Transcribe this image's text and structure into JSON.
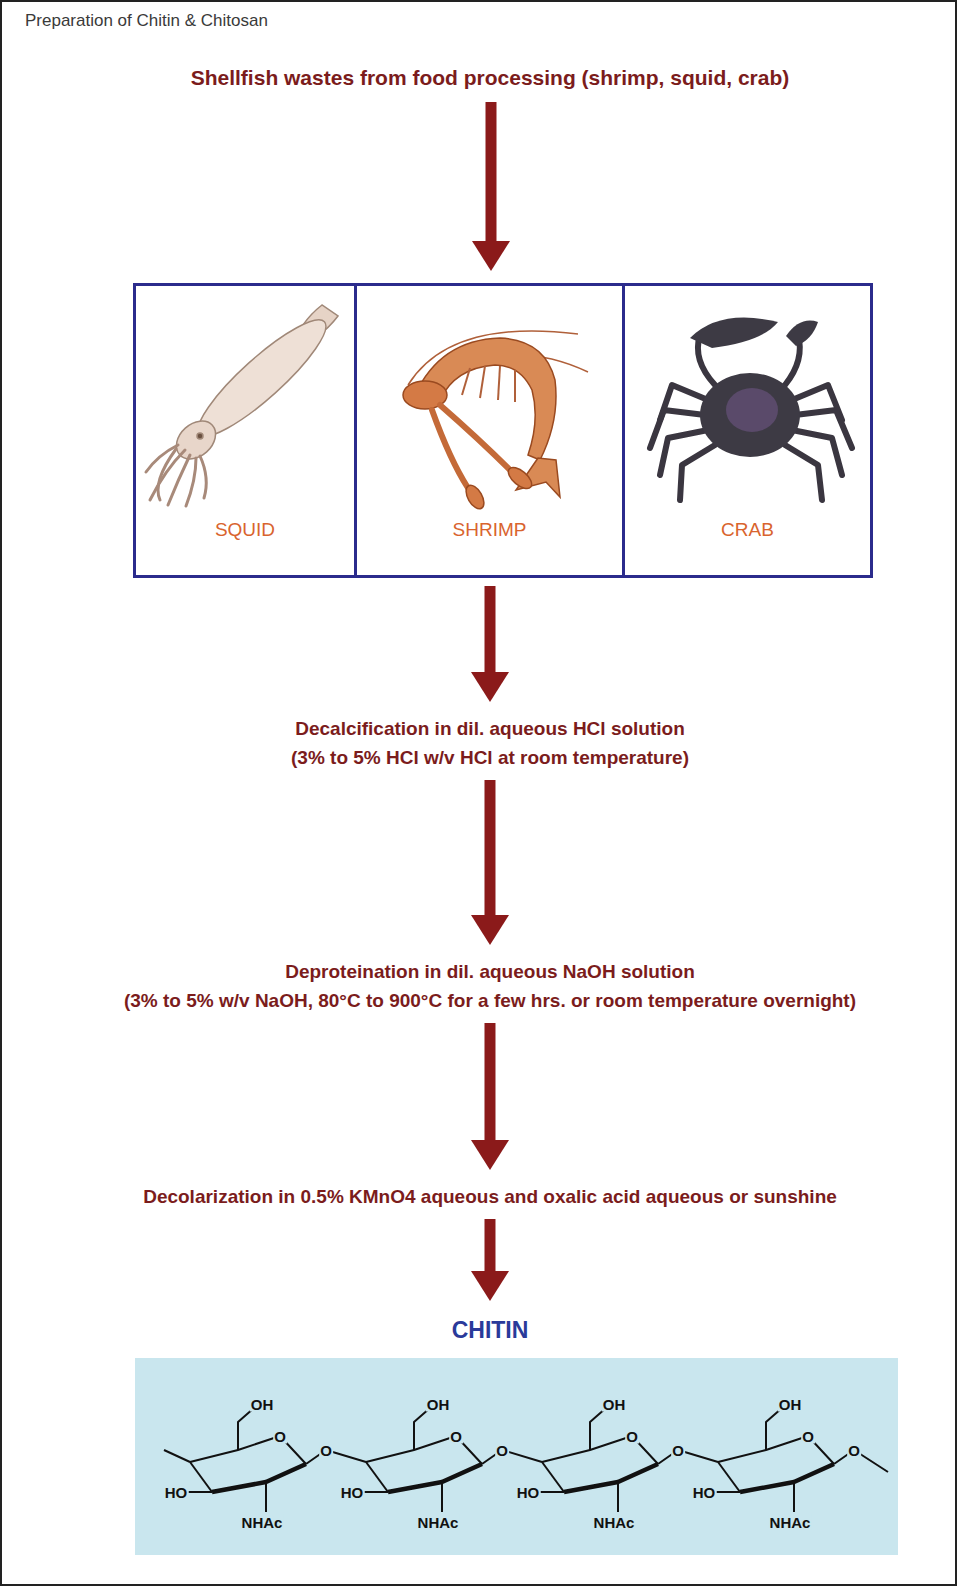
{
  "diagram": {
    "title": "Preparation of Chitin & Chitosan",
    "nodes": [
      {
        "text": [
          "Shellfish wastes from food processing (shrimp, squid, crab)"
        ]
      },
      {
        "text": [
          "SQUID"
        ]
      },
      {
        "text": [
          "SHRIMP"
        ]
      },
      {
        "text": [
          "CRAB"
        ]
      },
      {
        "text": [
          "Decalcification in dil. aqueous HCl solution",
          "(3% to 5% HCl w/v HCl at room temperature)"
        ]
      },
      {
        "text": [
          "Deproteination in dil. aqueous NaOH solution",
          "(3% to 5% w/v NaOH, 80°C to 900°C for a few hrs. or room temperature overnight)"
        ]
      },
      {
        "text": [
          "Decolarization in 0.5% KMnO4 aqueous and oxalic acid aqueous or sunshine"
        ]
      },
      {
        "text": [
          "CHITIN"
        ]
      }
    ],
    "edges": [
      {
        "from": 0,
        "to": 2,
        "arrow": "to"
      },
      {
        "from": 2,
        "to": 4,
        "arrow": "to"
      },
      {
        "from": 4,
        "to": 5,
        "arrow": "to"
      },
      {
        "from": 5,
        "to": 6,
        "arrow": "to"
      },
      {
        "from": 6,
        "to": 7,
        "arrow": "to"
      }
    ],
    "labels": [
      "OH",
      "O",
      "HO",
      "NHAc",
      "O",
      "OH",
      "O",
      "HO",
      "NHAc",
      "O",
      "OH",
      "O",
      "HO",
      "NHAc",
      "O",
      "OH",
      "O",
      "HO",
      "NHAc",
      "O"
    ]
  }
}
